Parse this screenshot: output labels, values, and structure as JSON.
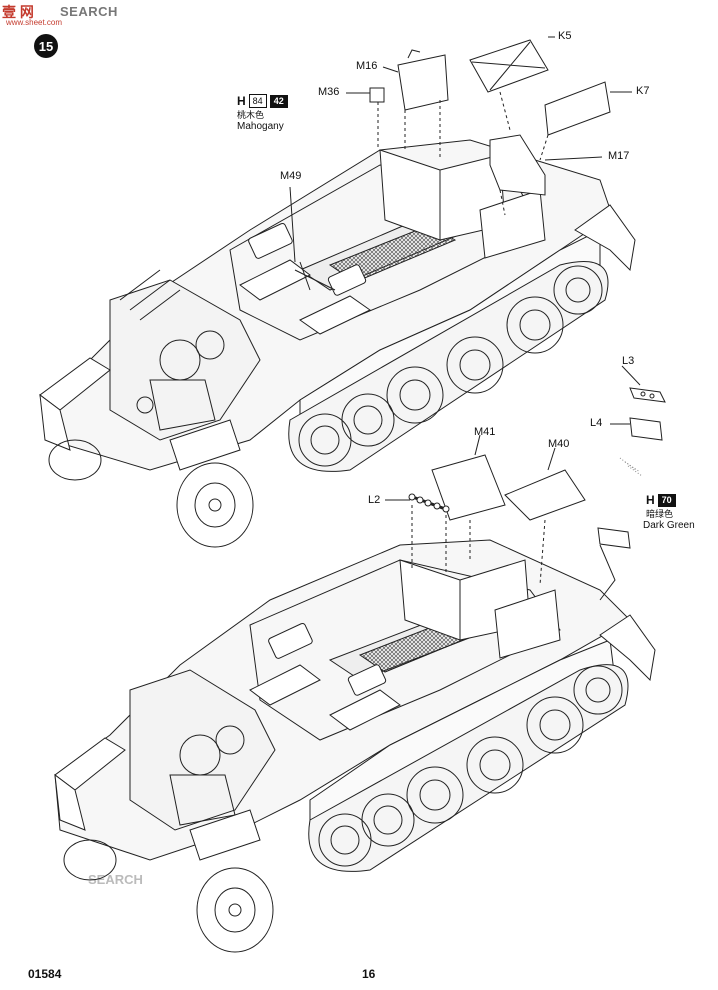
{
  "watermark": {
    "logo": "壹 网",
    "text": "SEARCH",
    "url": "www.sheet.com",
    "bottom": "SEARCH"
  },
  "step": "15",
  "upper_parts": {
    "k5": "K5",
    "m16": "M16",
    "m36": "M36",
    "k7": "K7",
    "m17": "M17",
    "m49": "M49"
  },
  "paint_mahogany": {
    "h": "H",
    "code1": "84",
    "code2": "42",
    "cn": "桃木色",
    "en": "Mahogany"
  },
  "side_parts": {
    "l3": "L3",
    "l4": "L4"
  },
  "paint_darkgreen": {
    "h": "H",
    "code": "70",
    "cn": "暗绿色",
    "en": "Dark Green"
  },
  "lower_parts": {
    "m41": "M41",
    "m40": "M40",
    "l2": "L2"
  },
  "footer": {
    "kit_no": "01584",
    "page": "16"
  }
}
